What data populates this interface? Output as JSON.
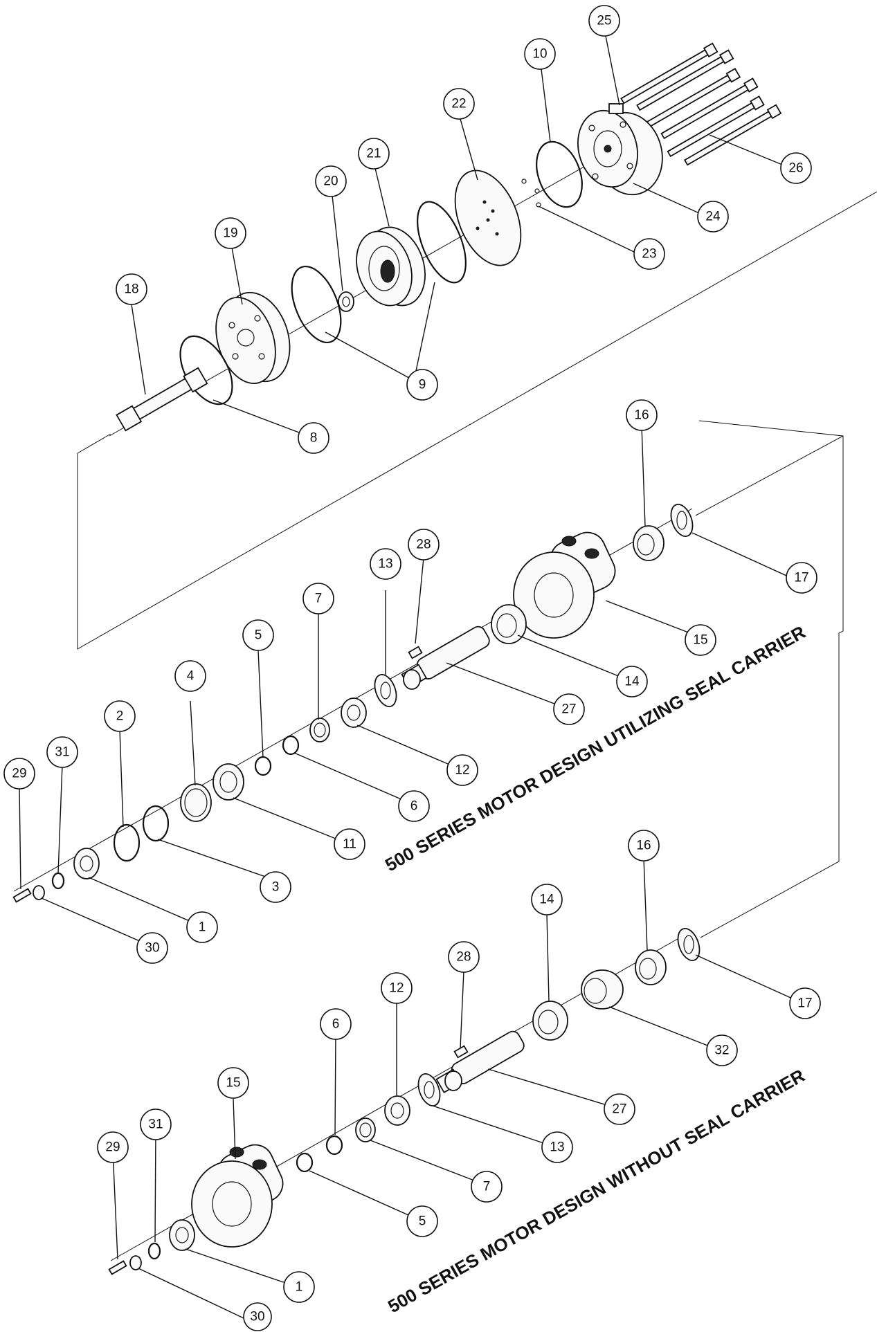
{
  "titles": {
    "with_seal_carrier": "500 SERIES MOTOR DESIGN UTILIZING SEAL CARRIER",
    "without_seal_carrier": "500 SERIES MOTOR DESIGN WITHOUT SEAL CARRIER"
  },
  "callouts": {
    "c25": "25",
    "c10": "10",
    "c22": "22",
    "c26": "26",
    "c24": "24",
    "c23": "23",
    "c21": "21",
    "c20": "20",
    "c19": "19",
    "c18": "18",
    "c9": "9",
    "c8": "8",
    "a16": "16",
    "a17": "17",
    "a15": "15",
    "a14": "14",
    "a28": "28",
    "a13": "13",
    "a27": "27",
    "a7": "7",
    "a5": "5",
    "a12": "12",
    "a4": "4",
    "a6": "6",
    "a2": "2",
    "a11": "11",
    "a31": "31",
    "a29": "29",
    "a3": "3",
    "a1": "1",
    "a30": "30",
    "b16": "16",
    "b17": "17",
    "b14": "14",
    "b32": "32",
    "b28": "28",
    "b12": "12",
    "b27": "27",
    "b6": "6",
    "b13": "13",
    "b15": "15",
    "b7": "7",
    "b31": "31",
    "b5": "5",
    "b29": "29",
    "b1": "1",
    "b30": "30"
  }
}
